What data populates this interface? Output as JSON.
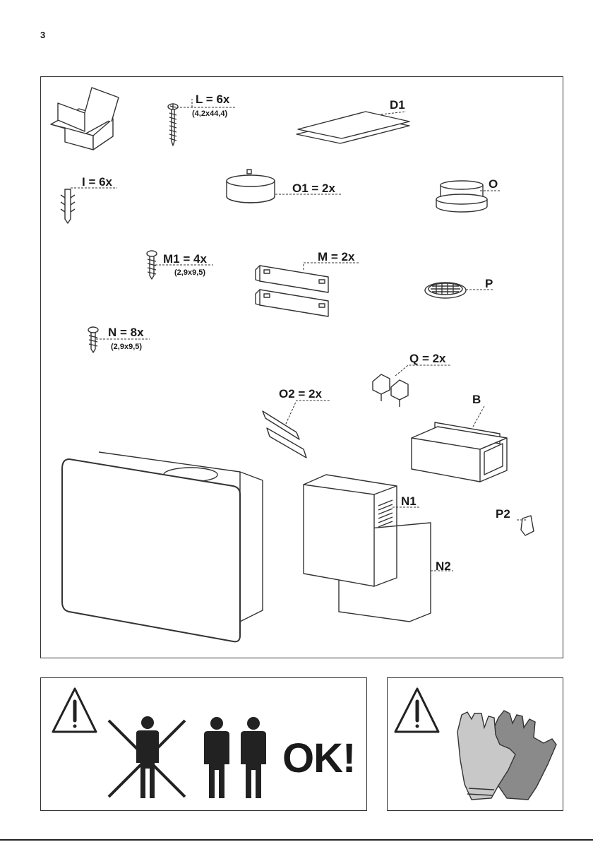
{
  "page_number": "3",
  "parts": {
    "L": {
      "label": "L = 6x",
      "spec": "(4,2x44,4)"
    },
    "D1": {
      "label": "D1"
    },
    "I": {
      "label": "I = 6x"
    },
    "O1": {
      "label": "O1 = 2x"
    },
    "O": {
      "label": "O"
    },
    "M1": {
      "label": "M1 = 4x",
      "spec": "(2,9x9,5)"
    },
    "M": {
      "label": "M = 2x"
    },
    "P": {
      "label": "P"
    },
    "N": {
      "label": "N = 8x",
      "spec": "(2,9x9,5)"
    },
    "Q": {
      "label": "Q = 2x"
    },
    "O2": {
      "label": "O2 = 2x"
    },
    "B": {
      "label": "B"
    },
    "N1": {
      "label": "N1"
    },
    "P2": {
      "label": "P2"
    },
    "N2": {
      "label": "N2"
    }
  },
  "warnings": {
    "two_person_text": "OK!",
    "warning_icon": "warning-triangle-icon",
    "gloves_icon": "gloves-icon",
    "person_crossed_icon": "person-crossed-icon",
    "two_persons_icon": "two-persons-icon"
  }
}
